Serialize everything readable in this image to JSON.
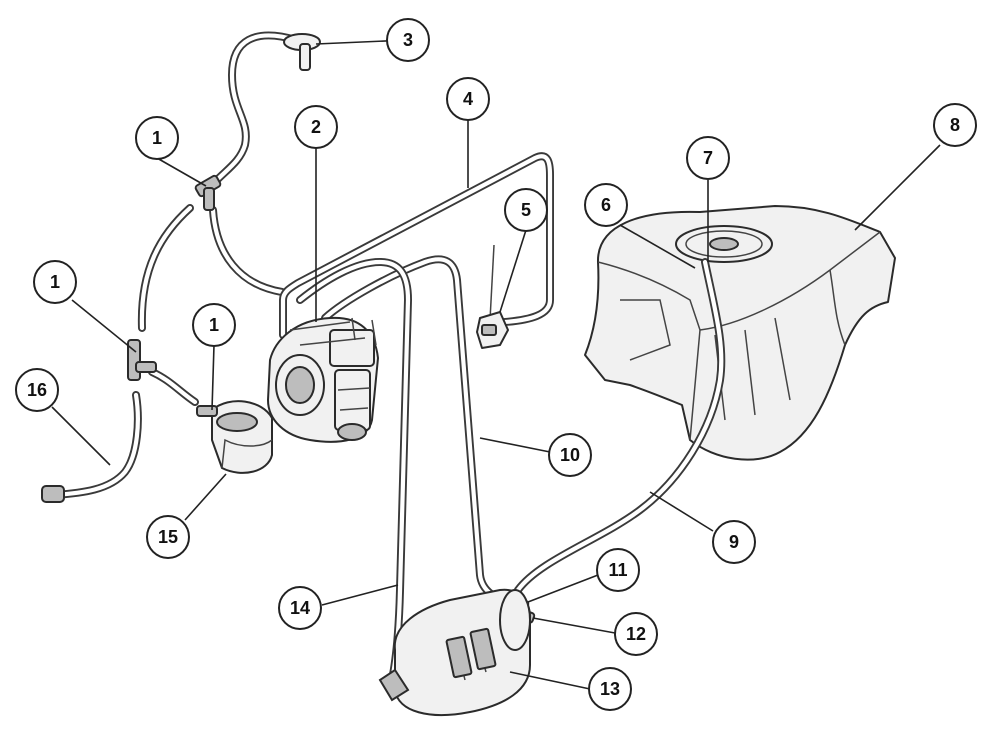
{
  "diagram": {
    "callouts": [
      {
        "id": "1a",
        "label": "1"
      },
      {
        "id": "1b",
        "label": "1"
      },
      {
        "id": "1c",
        "label": "1"
      },
      {
        "id": "2",
        "label": "2"
      },
      {
        "id": "3",
        "label": "3"
      },
      {
        "id": "4",
        "label": "4"
      },
      {
        "id": "5",
        "label": "5"
      },
      {
        "id": "6",
        "label": "6"
      },
      {
        "id": "7",
        "label": "7"
      },
      {
        "id": "8",
        "label": "8"
      },
      {
        "id": "9",
        "label": "9"
      },
      {
        "id": "10",
        "label": "10"
      },
      {
        "id": "11",
        "label": "11"
      },
      {
        "id": "12",
        "label": "12"
      },
      {
        "id": "13",
        "label": "13"
      },
      {
        "id": "14",
        "label": "14"
      },
      {
        "id": "15",
        "label": "15"
      },
      {
        "id": "16",
        "label": "16"
      }
    ]
  }
}
